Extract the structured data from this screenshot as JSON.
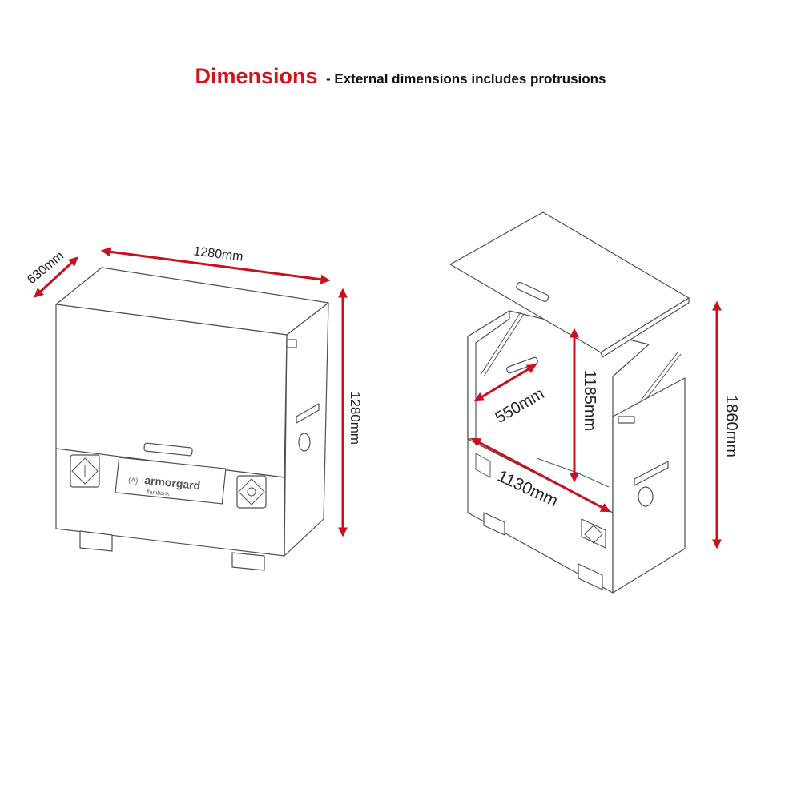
{
  "header": {
    "title": "Dimensions",
    "subtitle": "- External dimensions includes protrusions"
  },
  "closed_box": {
    "depth": "630mm",
    "width": "1280mm",
    "height": "1280mm",
    "brand": "armorgard",
    "model": "flambank"
  },
  "open_box": {
    "inner_depth": "550mm",
    "inner_height": "1185mm",
    "inner_width": "1130mm",
    "overall_height": "1860mm"
  },
  "colors": {
    "accent": "#d0141b",
    "dimension_arrow": "#c8101e",
    "outline": "#505050"
  }
}
